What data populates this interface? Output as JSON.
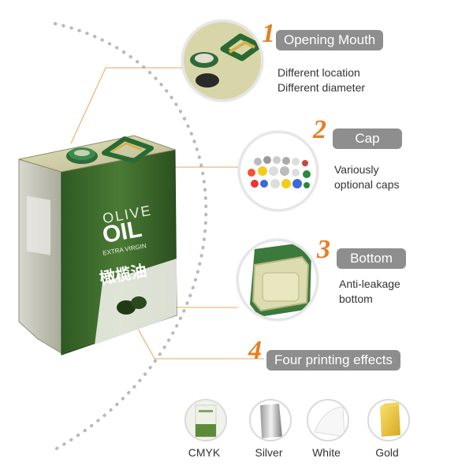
{
  "product": {
    "label_line1": "OLIVE",
    "label_line2": "OIL",
    "label_line3": "EXTRA VIRGIN",
    "label_cn": "橄榄油"
  },
  "features": [
    {
      "number": "1",
      "title": "Opening Mouth",
      "desc": [
        "Different location",
        "Different diameter"
      ]
    },
    {
      "number": "2",
      "title": "Cap",
      "desc": [
        "Variously",
        "optional caps"
      ]
    },
    {
      "number": "3",
      "title": "Bottom",
      "desc": [
        "Anti-leakage",
        "bottom"
      ]
    },
    {
      "number": "4",
      "title": "Four printing effects",
      "desc": []
    }
  ],
  "effects": [
    {
      "label": "CMYK"
    },
    {
      "label": "Silver"
    },
    {
      "label": "White"
    },
    {
      "label": "Gold"
    }
  ],
  "colors": {
    "accent": "#e57e22",
    "pill": "#8e8e8e",
    "tin_green": "#3f6b2e"
  }
}
